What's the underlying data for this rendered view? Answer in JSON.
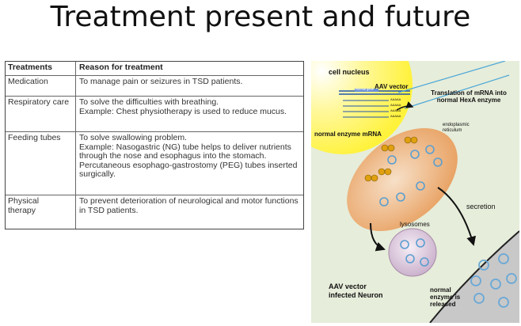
{
  "slide": {
    "title": "Treatment present and future"
  },
  "table": {
    "headers": [
      "Treatments",
      "Reason for treatment"
    ],
    "rows": [
      {
        "treatment": "Medication",
        "reason_lines": [
          "To manage pain or seizures in TSD patients."
        ]
      },
      {
        "treatment": "Respiratory care",
        "reason_lines": [
          "To solve the difficulties with breathing.",
          "Example: Chest physiotherapy is used to reduce mucus."
        ]
      },
      {
        "treatment": "Feeding tubes",
        "reason_lines": [
          "To solve swallowing problem.",
          "Example: Nasogastric (NG) tube helps to deliver nutrients through the nose and esophagus into the stomach. Percutaneous esophago-gastrostomy (PEG) tubes inserted surgically."
        ]
      },
      {
        "treatment": "Physical therapy",
        "reason_lines": [
          "To prevent deterioration of neurological and motor functions in TSD patients."
        ]
      }
    ]
  },
  "diagram": {
    "labels": {
      "cell_nucleus": "cell nucleus",
      "aav_vector": "AAV vector",
      "normal_gene": "Normal gene",
      "aaaaa": "AAAAA",
      "normal_enzyme_mrna": "normal enzyme mRNA",
      "translation": "Translation of mRNA into normal HexA enzyme",
      "endoplasmic_reticulum": "endoplasmic reticulum",
      "secretion": "secretion",
      "lysosomes": "lysosomes",
      "infected_neuron": "AAV vector infected Neuron",
      "released": "normal enzyme is released"
    },
    "colors": {
      "background": "#e6edda",
      "nucleus": "#fff23a",
      "er": "#e8a060",
      "lysosome": "#d9c3da",
      "membrane": "#222222",
      "enzyme": "#6aa8d6",
      "outside": "#c8c8c8"
    }
  }
}
